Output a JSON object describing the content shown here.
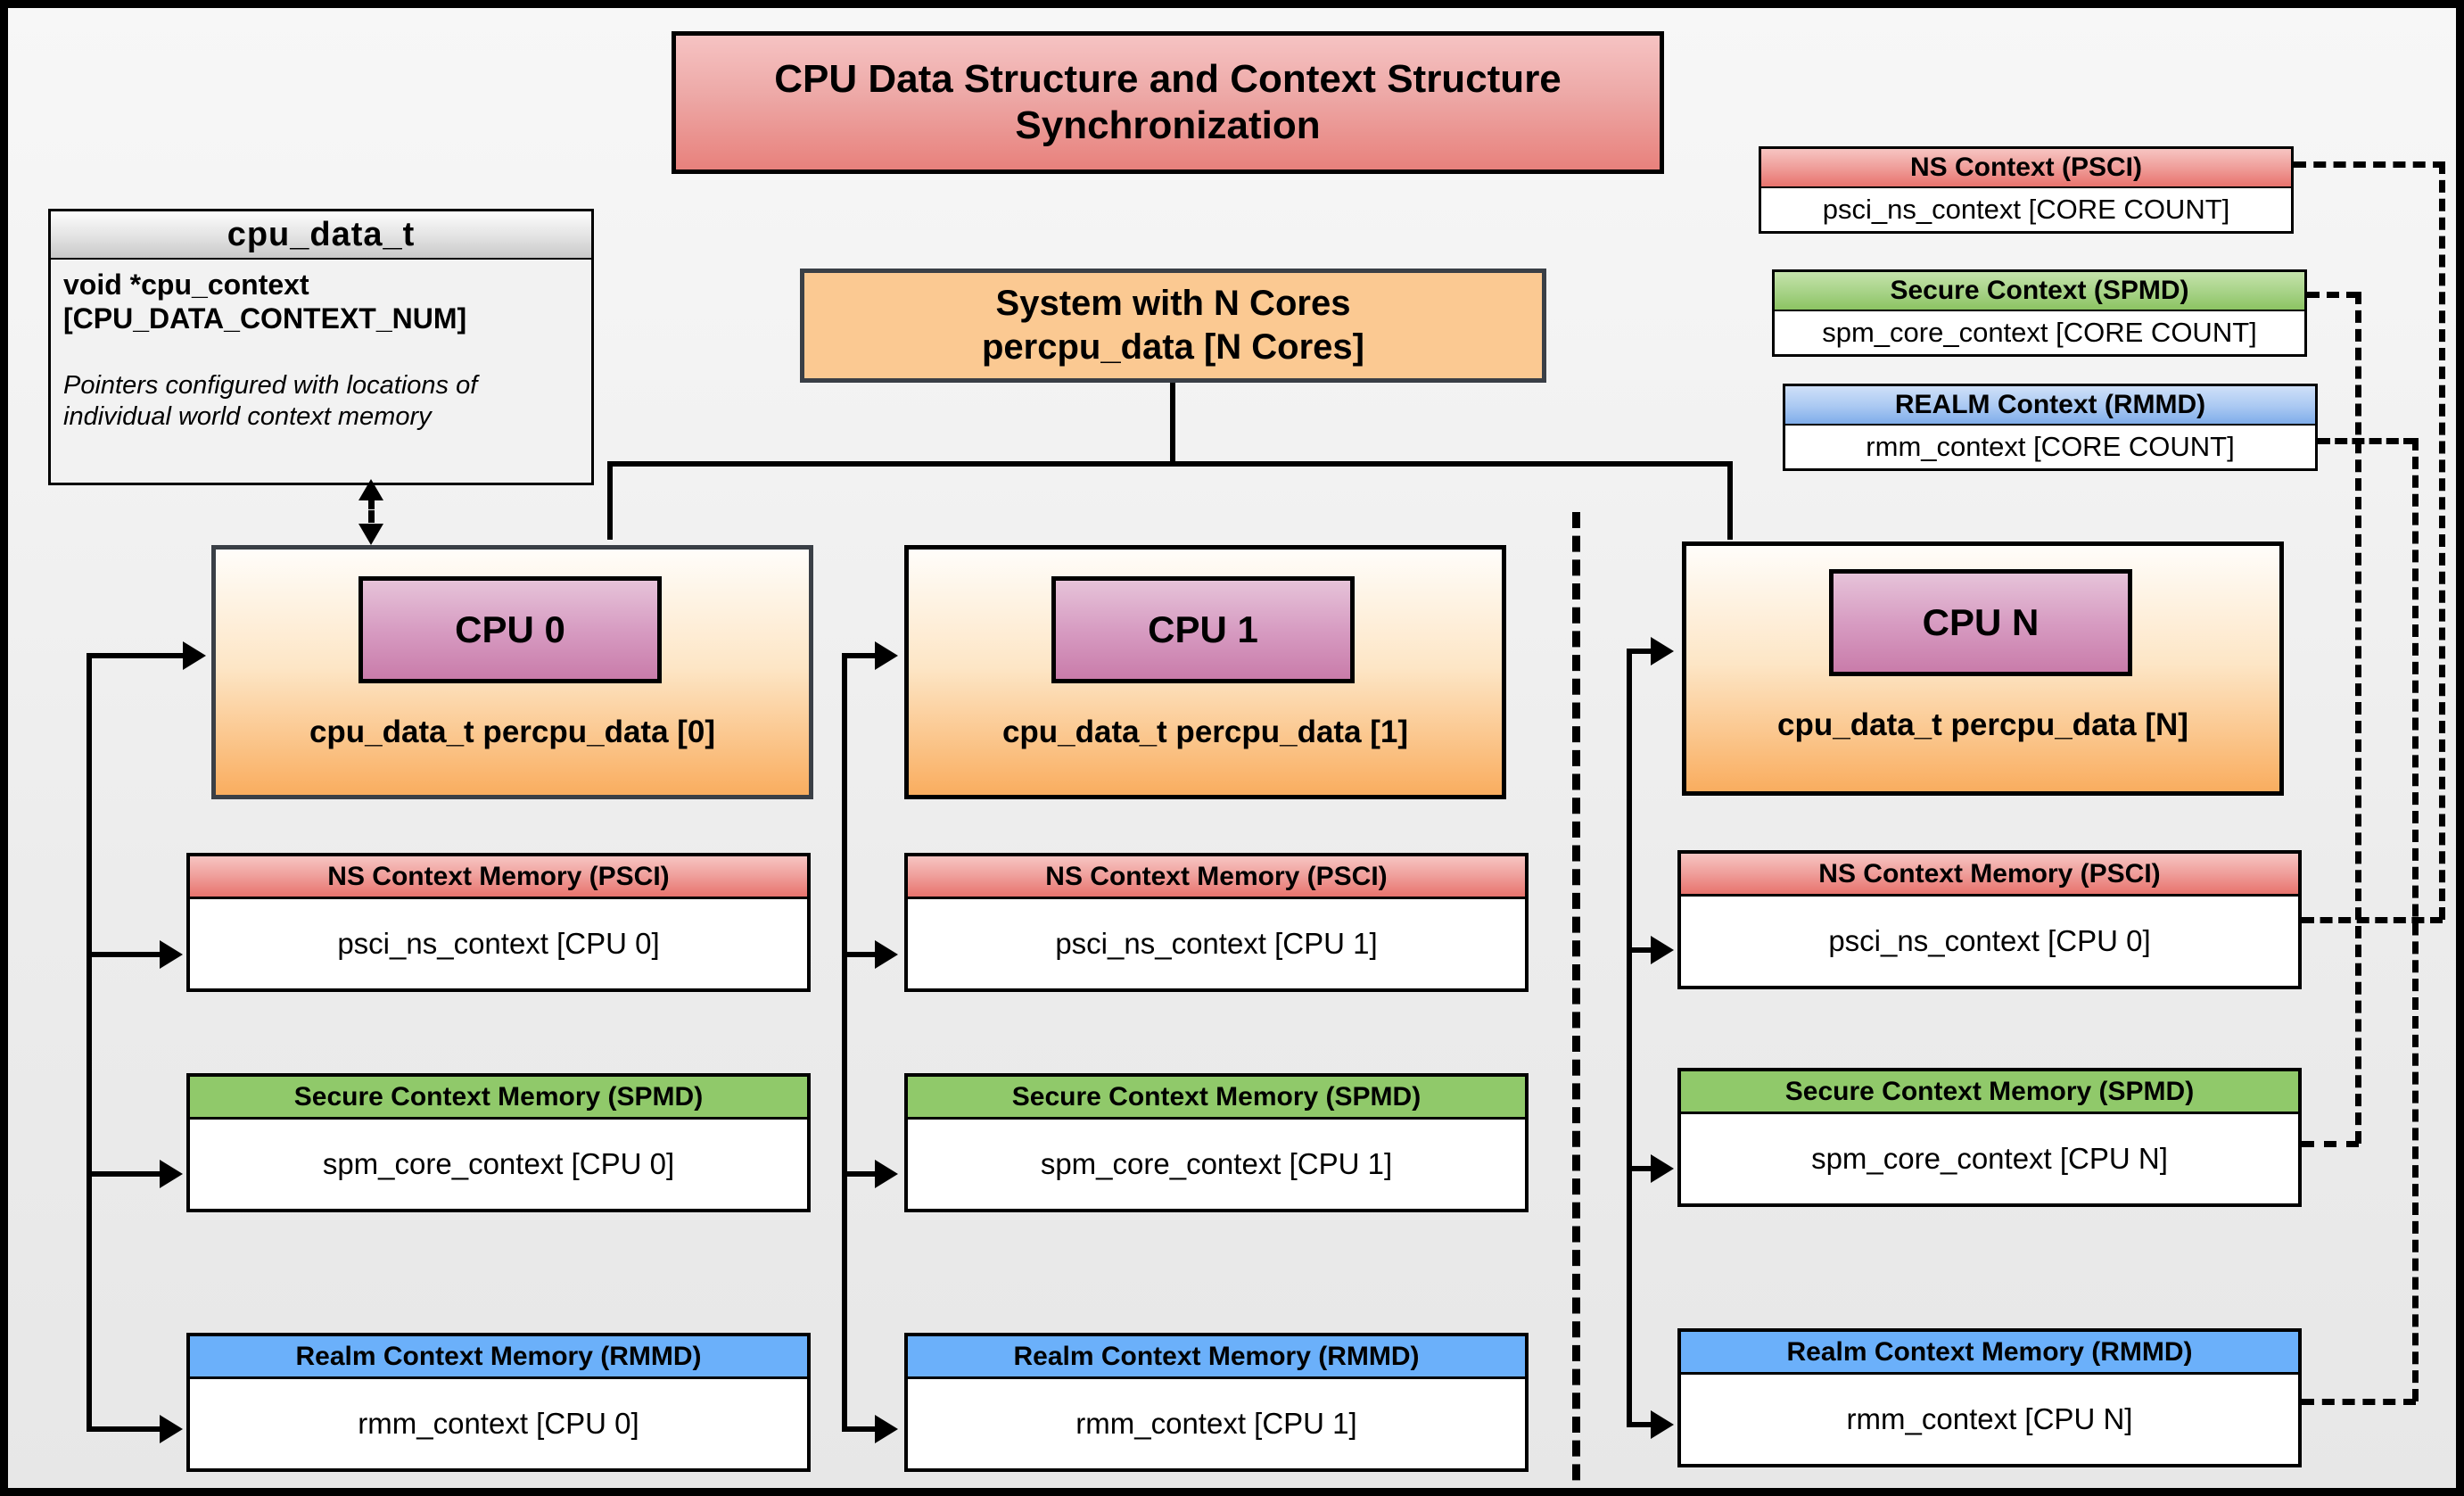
{
  "title": "CPU Data Structure and Context Structure Synchronization",
  "cpu_data_struct": {
    "name": "cpu_data_t",
    "declaration": "void  *cpu_context [CPU_DATA_CONTEXT_NUM]",
    "note": "Pointers configured with locations of individual world context memory"
  },
  "system": {
    "line1": "System with N Cores",
    "line2": "percpu_data [N Cores]"
  },
  "global_contexts": [
    {
      "header": "NS Context  (PSCI)",
      "body": "psci_ns_context [CORE COUNT]",
      "color": "#e8736d"
    },
    {
      "header": "Secure Context (SPMD)",
      "body": "spm_core_context [CORE COUNT]",
      "color": "#8cc462"
    },
    {
      "header": "REALM Context (RMMD)",
      "body": "rmm_context [CORE COUNT]",
      "color": "#7fadea"
    }
  ],
  "cpus": [
    {
      "chip": "CPU 0",
      "percpu": "cpu_data_t percpu_data [0]",
      "memories": [
        {
          "header": "NS Context Memory (PSCI)",
          "body": "psci_ns_context [CPU 0]"
        },
        {
          "header": "Secure Context Memory (SPMD)",
          "body": "spm_core_context [CPU 0]"
        },
        {
          "header": "Realm Context Memory (RMMD)",
          "body": "rmm_context [CPU 0]"
        }
      ]
    },
    {
      "chip": "CPU 1",
      "percpu": "cpu_data_t percpu_data [1]",
      "memories": [
        {
          "header": "NS Context Memory (PSCI)",
          "body": "psci_ns_context [CPU 1]"
        },
        {
          "header": "Secure Context Memory (SPMD)",
          "body": "spm_core_context [CPU 1]"
        },
        {
          "header": "Realm Context Memory (RMMD)",
          "body": "rmm_context [CPU 1]"
        }
      ]
    },
    {
      "chip": "CPU N",
      "percpu": "cpu_data_t percpu_data [N]",
      "memories": [
        {
          "header": "NS Context Memory (PSCI)",
          "body": "psci_ns_context [CPU 0]"
        },
        {
          "header": "Secure Context Memory (SPMD)",
          "body": "spm_core_context [CPU N]"
        },
        {
          "header": "Realm Context Memory (RMMD)",
          "body": "rmm_context [CPU N]"
        }
      ]
    }
  ],
  "colors": {
    "ns_red": "#e8736d",
    "secure_green": "#8cc462",
    "realm_blue": "#7fadea",
    "cpu_orange": "#f9ad5f",
    "cpu_chip_pink": "#c97caa",
    "title_red": "#e8817c",
    "background": "#ececec",
    "stroke": "#000000"
  }
}
